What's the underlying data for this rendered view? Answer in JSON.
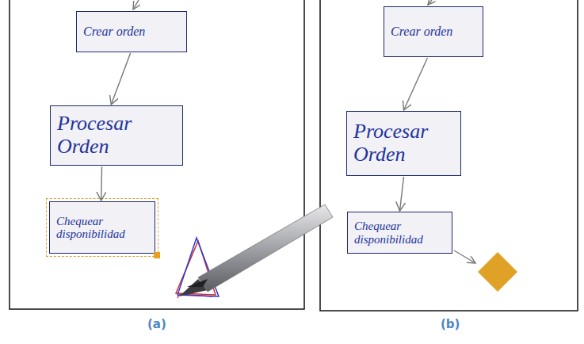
{
  "diagram": {
    "nodes": [
      {
        "text": [
          "Crear orden"
        ]
      },
      {
        "text": [
          "Procesar Orden"
        ]
      },
      {
        "text": [
          "Chequear disponibilidad"
        ]
      },
      {
        "text": [
          "Crear orden"
        ]
      },
      {
        "text": [
          "Procesar Orden"
        ]
      },
      {
        "text": [
          "Chequear disponibilidad"
        ]
      }
    ],
    "edges": [
      {
        "from": 0,
        "to": 1,
        "arrow": "to"
      },
      {
        "from": 1,
        "to": 2,
        "arrow": "to"
      },
      {
        "from": 3,
        "to": 4,
        "arrow": "to"
      },
      {
        "from": 4,
        "to": 5,
        "arrow": "to"
      }
    ],
    "labels": [
      "(a)",
      "(b)"
    ]
  }
}
